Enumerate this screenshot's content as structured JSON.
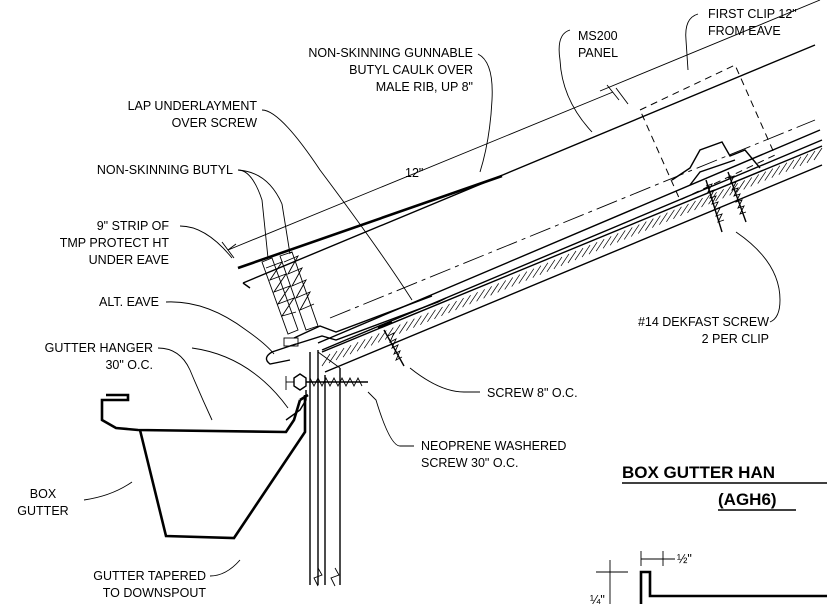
{
  "labels": {
    "first_clip": [
      "FIRST CLIP 12\"",
      "FROM EAVE"
    ],
    "ms200_panel": [
      "MS200",
      "PANEL"
    ],
    "butyl_caulk": [
      "NON-SKINNING GUNNABLE",
      "BUTYL CAULK OVER",
      "MALE RIB, UP 8\""
    ],
    "lap_underlayment": [
      "LAP UNDERLAYMENT",
      "OVER SCREW"
    ],
    "non_skinning_butyl": "NON-SKINNING BUTYL",
    "dimension_12": "12\"",
    "strip": [
      "9\" STRIP OF",
      "TMP PROTECT HT",
      "UNDER EAVE"
    ],
    "alt_eave": "ALT. EAVE",
    "gutter_hanger": [
      "GUTTER HANGER",
      "30\" O.C."
    ],
    "dekfast_screw": [
      "#14 DEKFAST SCREW",
      "2 PER CLIP"
    ],
    "screw_8": "SCREW 8\" O.C.",
    "neoprene": [
      "NEOPRENE WASHERED",
      "SCREW 30\" O.C."
    ],
    "box_gutter": [
      "BOX",
      "GUTTER"
    ],
    "gutter_tapered": [
      "GUTTER TAPERED",
      "TO DOWNSPOUT"
    ],
    "half_inch": "½\"",
    "quarter_inch": "¼\""
  },
  "title": [
    "BOX GUTTER HAN",
    "(AGH6)"
  ]
}
